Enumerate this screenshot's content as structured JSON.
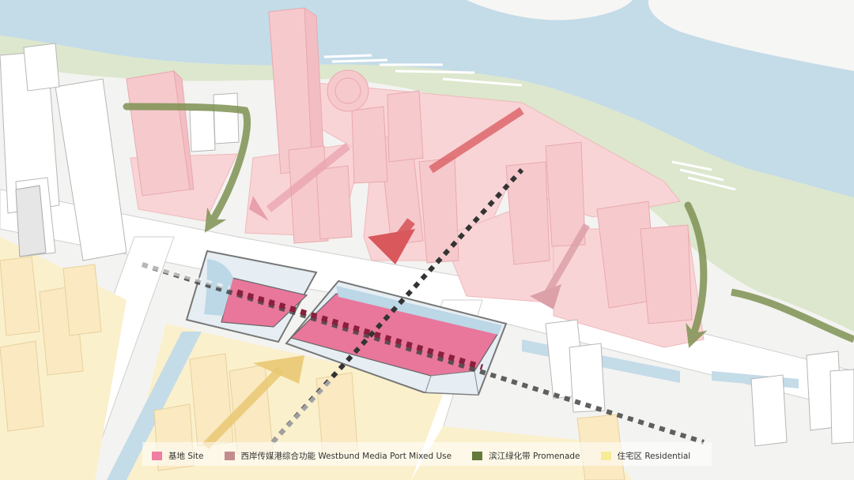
{
  "colors": {
    "water": "#c4dbe8",
    "green": "#dde8cf",
    "site": "#e8779b",
    "mixed_use": "#f8d0d3",
    "residential": "#fbefc9",
    "arrow_green": "#7f9253",
    "arrow_red": "#d8585c",
    "arrow_yellow": "#e9c873"
  },
  "legend": [
    {
      "label": "基地 Site",
      "color": "#ee7ea2",
      "icon": "site-swatch"
    },
    {
      "label": "西岸传媒港综合功能 Westbund Media Port Mixed Use",
      "color": "#c48b8f",
      "icon": "mixed-use-swatch"
    },
    {
      "label": "滨江绿化带 Promenade",
      "color": "#637a38",
      "icon": "promenade-swatch"
    },
    {
      "label": "住宅区 Residential",
      "color": "#f8eb98",
      "icon": "residential-swatch"
    }
  ]
}
